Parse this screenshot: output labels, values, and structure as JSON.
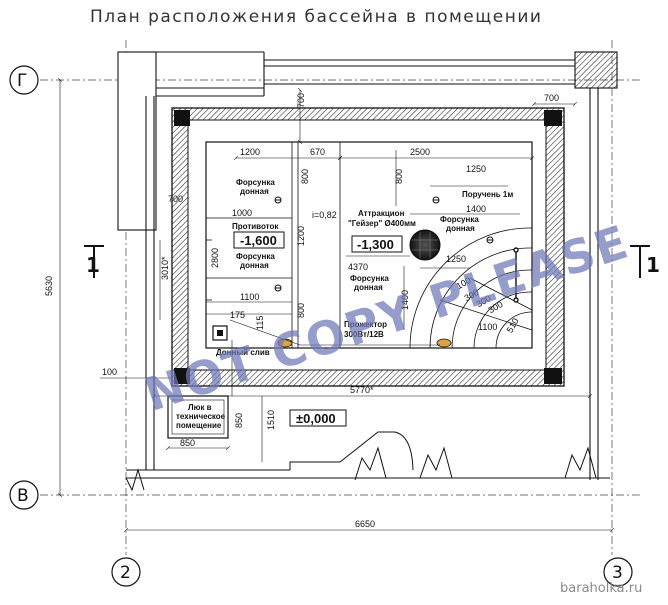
{
  "title": "План расположения бассейна в помещении",
  "axes": {
    "g": "Г",
    "v": "В",
    "n2": "2",
    "n3": "3"
  },
  "section": {
    "left": "1",
    "right": "1"
  },
  "dims": {
    "d700_top": "700",
    "d700_right": "700",
    "d700_left": "700",
    "d1200_top": "1200",
    "d670": "670",
    "d2500": "2500",
    "d1250_top": "1250",
    "d1400": "1400",
    "d800_a": "800",
    "d800_b": "800",
    "d800_c": "800",
    "d1200_v": "1200",
    "d1000": "1000",
    "d2800": "2800",
    "d1100_a": "1100",
    "d175": "175",
    "d115": "115",
    "d4370": "4370",
    "d1250_mid": "1250",
    "d1400_v": "1400",
    "d1100_b": "1100",
    "d510": "510",
    "d5630": "5630",
    "d3010": "3010*",
    "d100": "100",
    "d5770": "5770*",
    "d850_v": "850",
    "d1510": "1510",
    "d850_h": "850",
    "d6650": "6650",
    "r100": "100",
    "r300a": "300",
    "r300b": "300",
    "r300c": "300"
  },
  "labels": {
    "nozzle1": [
      "Форсунка",
      "донная"
    ],
    "counterflow": "Противоток",
    "depth_a": "-1,600",
    "nozzle2": [
      "Форсунка",
      "донная"
    ],
    "slope": "i=0,82",
    "attraction": [
      "Аттракцион",
      "\"Гейзер\" Ø400мм"
    ],
    "depth_b": "-1,300",
    "nozzle3": [
      "Форсунка",
      "донная"
    ],
    "handrail": "Поручень 1м",
    "nozzle4": [
      "Форсунка",
      "донная"
    ],
    "spotlight": [
      "Прожектор",
      "300Вт/12В"
    ],
    "drain": "Донный слив",
    "hatch": [
      "Люк в",
      "техническое",
      "помещение"
    ],
    "floor_level": "±0,000"
  },
  "watermark": "NOT COPY PLEASE",
  "site": "baraholka.ru"
}
